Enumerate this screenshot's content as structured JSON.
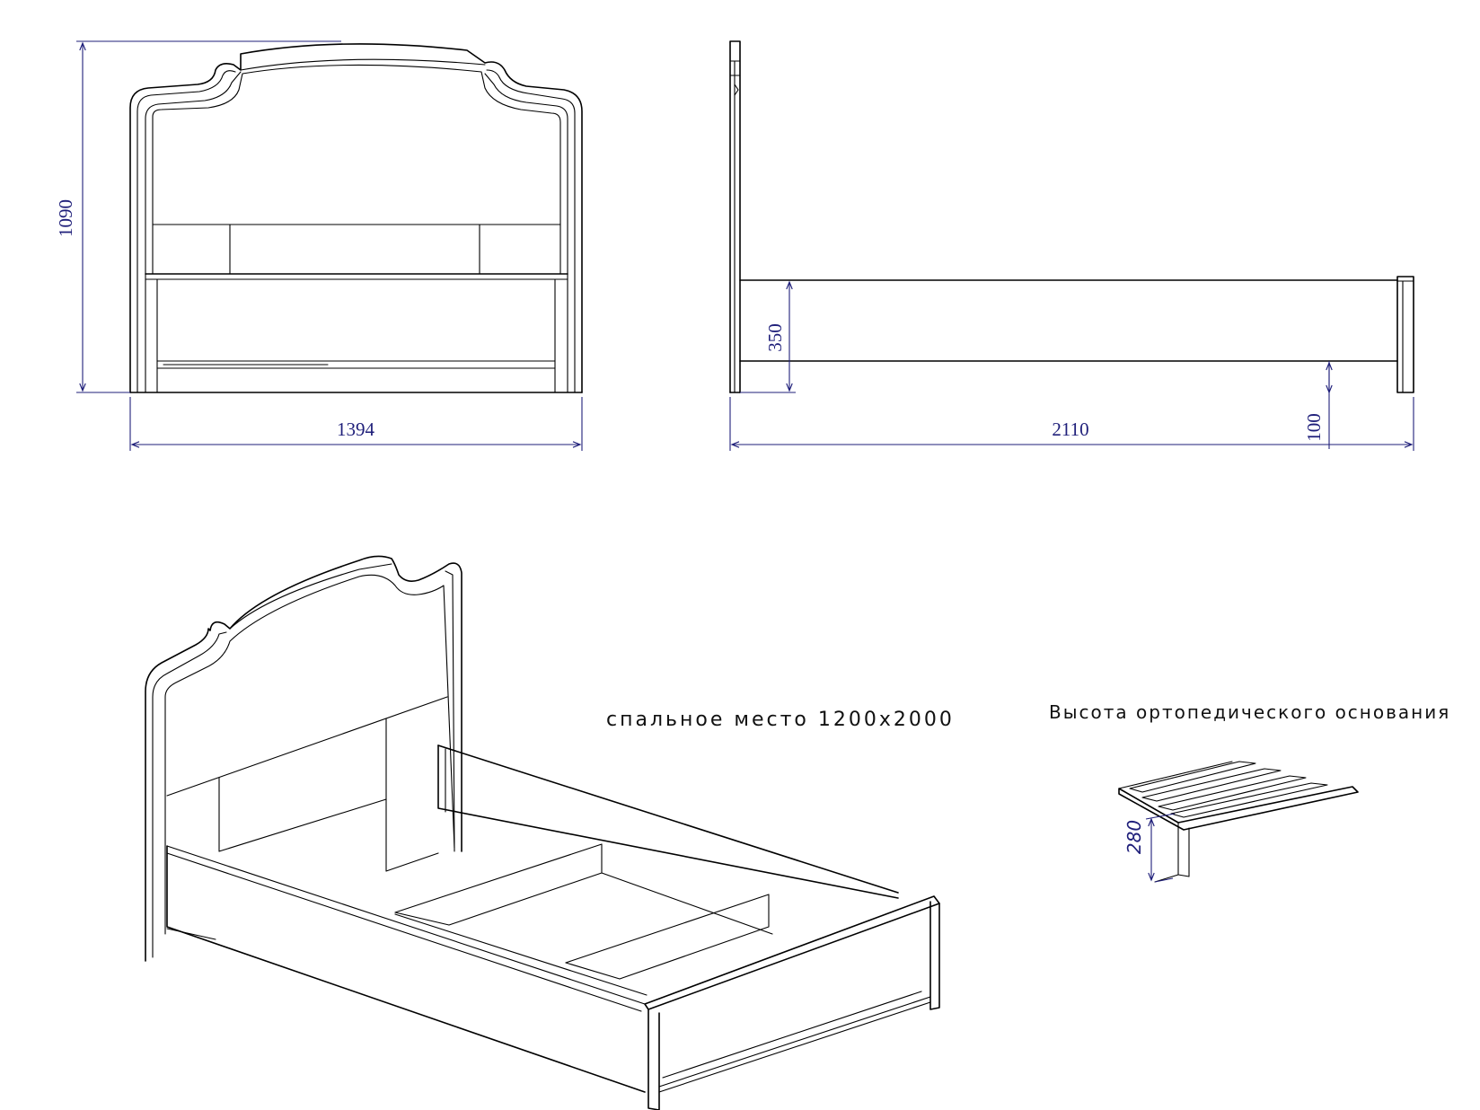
{
  "dimensions": {
    "front_height": "1090",
    "front_width": "1394",
    "side_length": "2110",
    "side_frame_height": "350",
    "side_leg_clearance": "100",
    "slat_base_height": "280"
  },
  "notes": {
    "sleeping_place": "спальное место 1200x2000",
    "orthopedic_base_height": "Высота ортопедического основания"
  },
  "colors": {
    "line": "#000000",
    "dimension": "#1f1f7a",
    "background": "#ffffff"
  }
}
